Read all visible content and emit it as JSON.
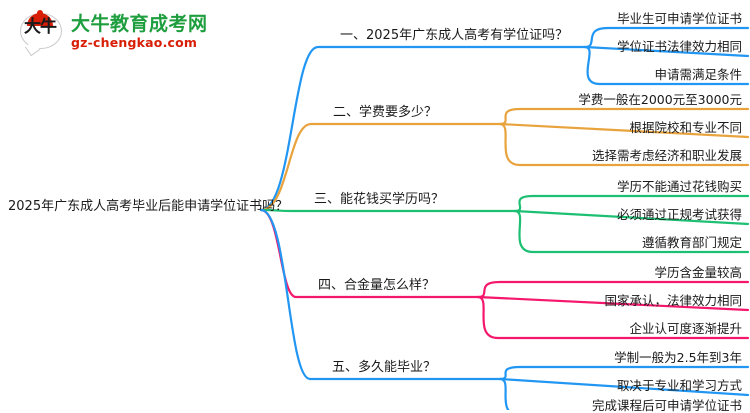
{
  "logo": {
    "mark_text": "大牛",
    "title": "大牛教育成考网",
    "url": "gz-chengkao.com",
    "brand_green": "#1e9e3e",
    "brand_red": "#d81e06"
  },
  "mindmap": {
    "root": {
      "label": "2025年广东成人高考毕业后能申请学位证书吗？"
    },
    "branches": [
      {
        "label": "一、2025年广东成人高考有学位证吗？",
        "color": "#2196F3",
        "leaves": [
          "毕业生可申请学位证书",
          "学位证书法律效力相同",
          "申请需满足条件"
        ]
      },
      {
        "label": "二、学费要多少？",
        "color": "#E8A33D",
        "leaves": [
          "学费一般在2000元至3000元",
          "根据院校和专业不同",
          "选择需考虑经济和职业发展"
        ]
      },
      {
        "label": "三、能花钱买学历吗？",
        "color": "#1DBF73",
        "leaves": [
          "学历不能通过花钱购买",
          "必须通过正规考试获得",
          "遵循教育部门规定"
        ]
      },
      {
        "label": "四、合金量怎么样？",
        "color": "#F5176B",
        "leaves": [
          "学历含金量较高",
          "国家承认，法律效力相同",
          "企业认可度逐渐提升"
        ]
      },
      {
        "label": "五、多久能毕业？",
        "color": "#2196F3",
        "leaves": [
          "学制一般为2.5年到3年",
          "取决于专业和学习方式",
          "完成课程后可申请学位证书"
        ]
      }
    ]
  }
}
